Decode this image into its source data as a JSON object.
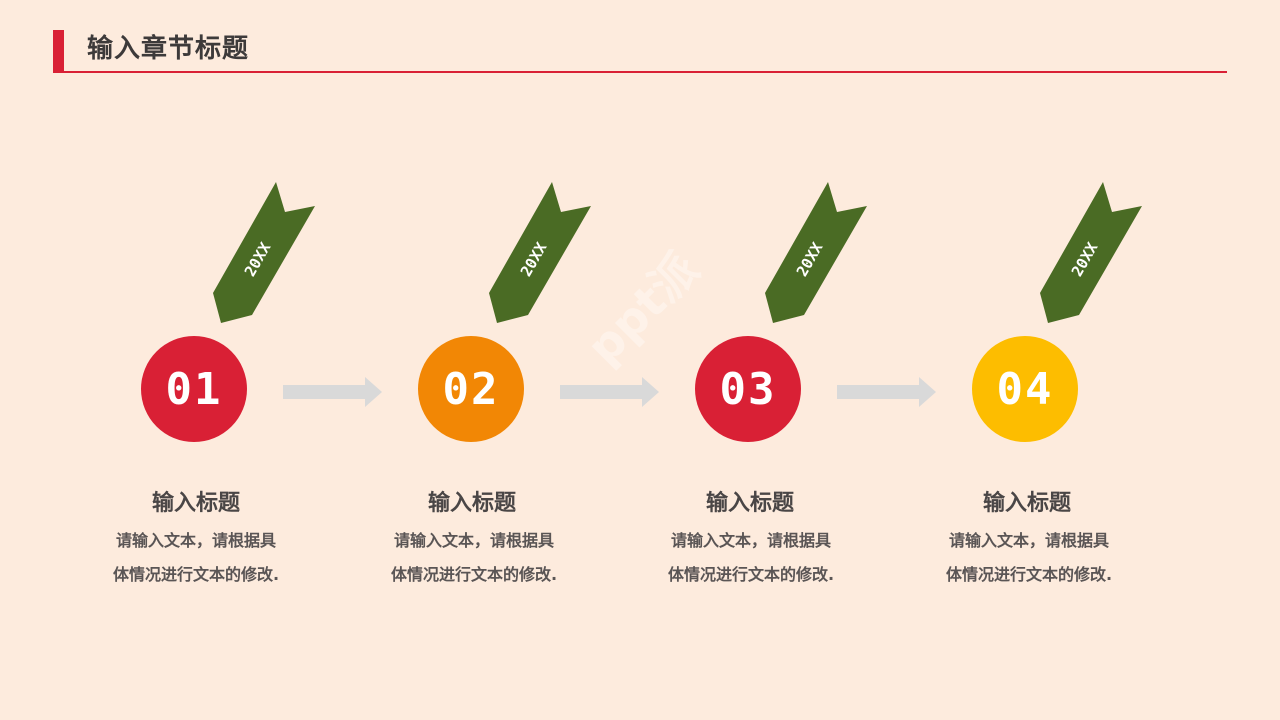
{
  "header": {
    "title": "输入章节标题",
    "accent_color": "#d92035"
  },
  "steps": [
    {
      "number": "01",
      "color": "#d92035",
      "ribbon_label": "20XX",
      "title": "输入标题",
      "desc_line1": "请输入文本，请根据具",
      "desc_line2": "体情况进行文本的修改."
    },
    {
      "number": "02",
      "color": "#f28705",
      "ribbon_label": "20XX",
      "title": "输入标题",
      "desc_line1": "请输入文本，请根据具",
      "desc_line2": "体情况进行文本的修改."
    },
    {
      "number": "03",
      "color": "#d92035",
      "ribbon_label": "20XX",
      "title": "输入标题",
      "desc_line1": "请输入文本，请根据具",
      "desc_line2": "体情况进行文本的修改."
    },
    {
      "number": "04",
      "color": "#fdbd00",
      "ribbon_label": "20XX",
      "title": "输入标题",
      "desc_line1": "请输入文本，请根据具",
      "desc_line2": "体情况进行文本的修改."
    }
  ],
  "ribbon_color": "#4a6b24",
  "arrow_color": "#d9d9d9",
  "watermark": "ppt派"
}
